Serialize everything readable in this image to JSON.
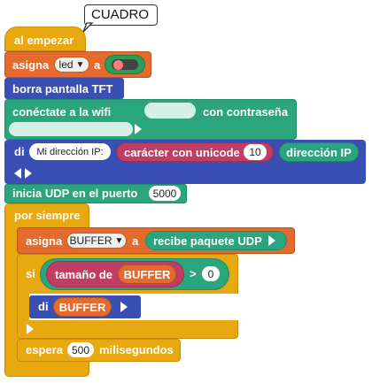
{
  "comment": {
    "label": "CUADRO"
  },
  "hat": {
    "label": "al empezar"
  },
  "set_led": {
    "label_set": "asigna",
    "variable": "led",
    "label_to": "a"
  },
  "clear_tft": {
    "label": "borra pantalla TFT"
  },
  "wifi": {
    "label_connect": "conéctate a la wifi",
    "label_password": "con contraseña"
  },
  "say_ip": {
    "label_say": "di",
    "text_value": "Mi dirección IP:",
    "char_label": "carácter con unicode",
    "char_value": "10",
    "ip_label": "dirección IP"
  },
  "udp": {
    "label": "inicia UDP en el puerto",
    "port": "5000"
  },
  "forever": {
    "label": "por siempre"
  },
  "set_buffer": {
    "label_set": "asigna",
    "variable": "BUFFER",
    "label_to": "a",
    "receive_label": "recibe paquete UDP"
  },
  "if_block": {
    "label_if": "si",
    "size_label": "tamaño de",
    "size_var": "BUFFER",
    "operator": ">",
    "compare_value": "0"
  },
  "say_buffer": {
    "label_say": "di",
    "variable": "BUFFER"
  },
  "wait": {
    "label_wait": "espera",
    "value": "500",
    "label_unit": "milisegundos"
  },
  "colors": {
    "control": "#e8a80f",
    "control_border": "#c98b04",
    "variables": "#e46b2d",
    "variables_border": "#b85420",
    "tft": "#3a4fb3",
    "network": "#2aa57e",
    "operators": "#c23d63",
    "operators_border": "#a52e50",
    "toggle_track": "#2c9c5a"
  }
}
